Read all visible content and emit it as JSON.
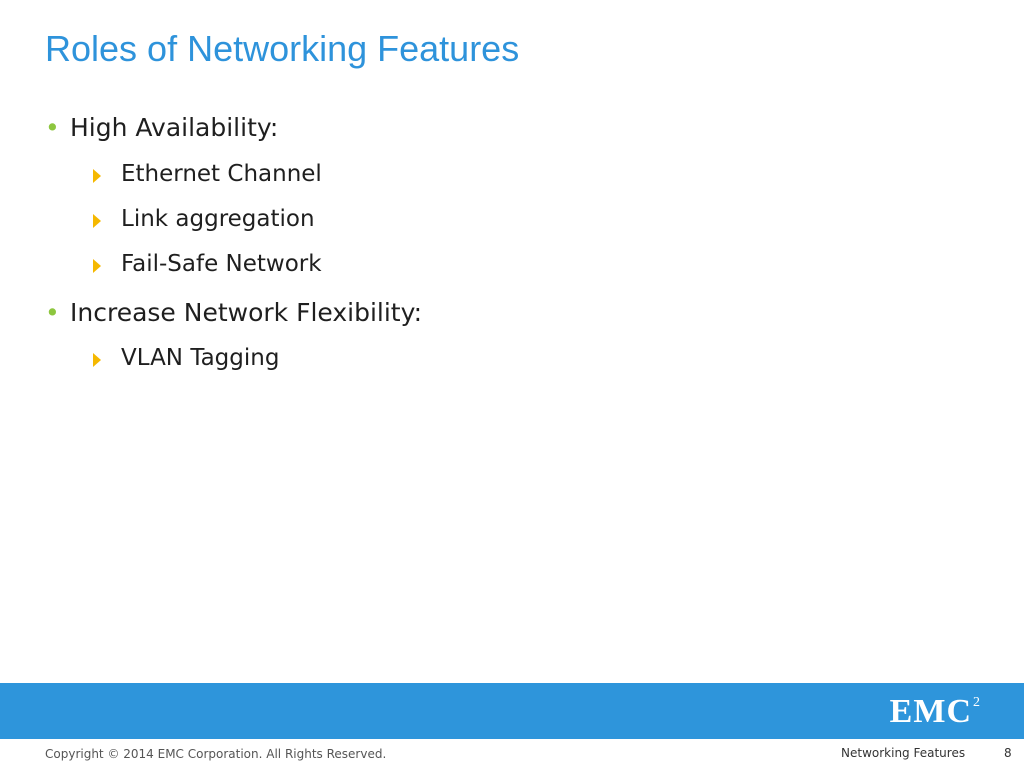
{
  "slide": {
    "title": "Roles of Networking Features",
    "bullets": [
      {
        "text": "High Availability:",
        "subitems": [
          "Ethernet Channel",
          "Link aggregation",
          "Fail-Safe Network"
        ]
      },
      {
        "text": "Increase Network Flexibility:",
        "subitems": [
          "VLAN Tagging"
        ]
      }
    ]
  },
  "footer": {
    "logo_text": "EMC",
    "logo_superscript": "2",
    "copyright": "Copyright © 2014 EMC Corporation. All Rights Reserved.",
    "section": "Networking Features",
    "page_number": "8"
  },
  "colors": {
    "title": "#2E93DB",
    "band": "#2E95DB",
    "level1_bullet": "#8DC63F",
    "level2_arrow": "#F5B800"
  },
  "icons": {
    "level1_bullet": "green-dot-bullet",
    "level2_bullet": "yellow-triangle-arrow"
  }
}
